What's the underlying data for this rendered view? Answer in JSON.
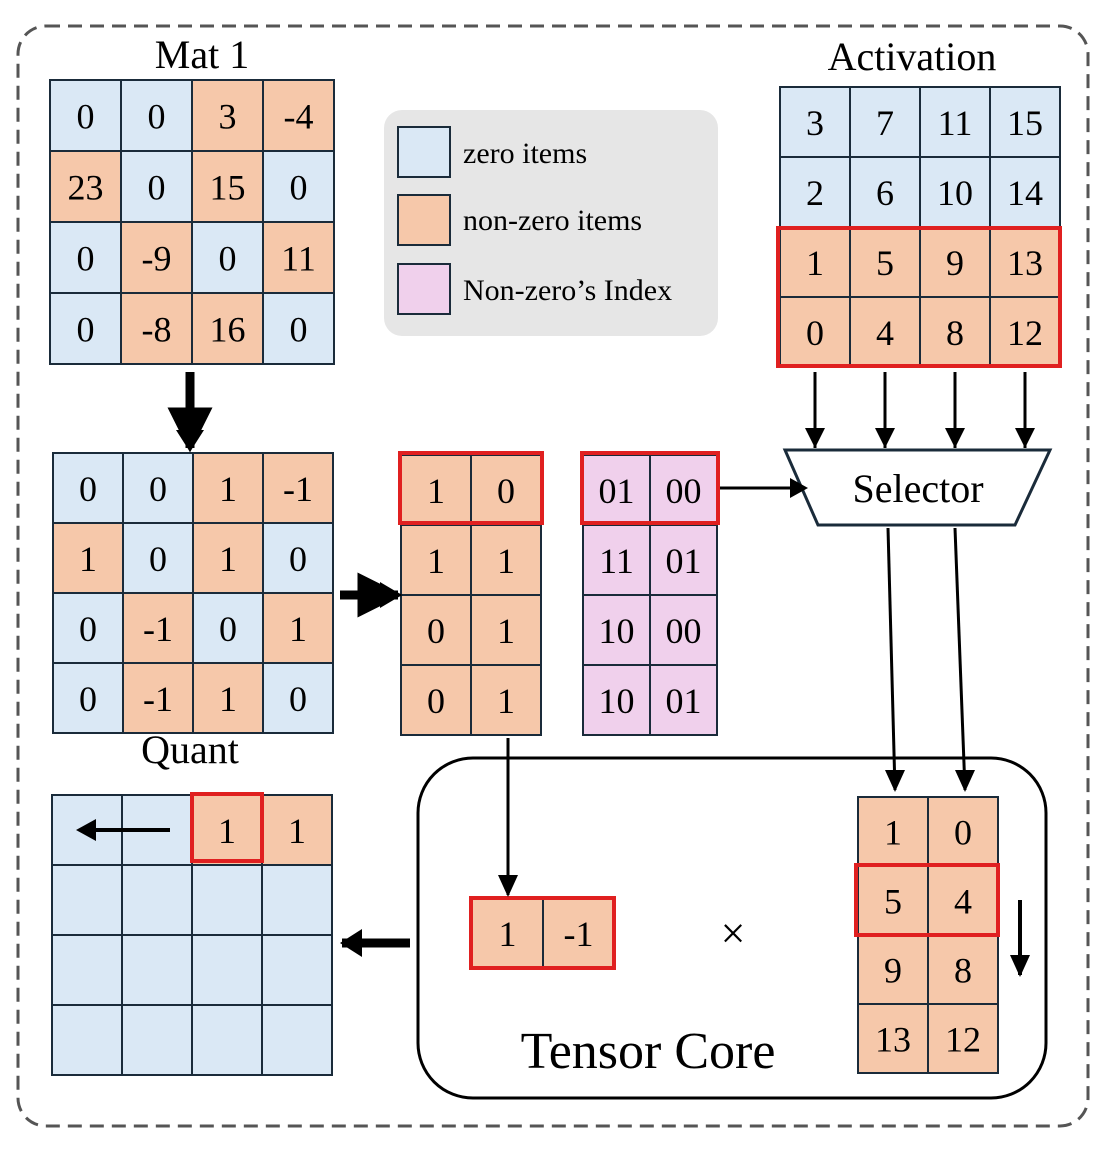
{
  "labels": {
    "mat1": "Mat 1",
    "activation": "Activation",
    "quant": "Quant",
    "selector": "Selector",
    "tensor_core": "Tensor Core",
    "multiply": "×"
  },
  "legend": {
    "items": [
      {
        "label": "zero items",
        "kind": "zero"
      },
      {
        "label": "non-zero items",
        "kind": "nonzero"
      },
      {
        "label": "Non-zero’s Index",
        "kind": "index"
      }
    ]
  },
  "colors": {
    "zero": "#dae8f5",
    "nonzero": "#f6c8aa",
    "index": "#f0d0ec",
    "border": "#1a2b3a",
    "highlight": "#e02020",
    "legend_bg": "#e6e6e6",
    "frame": "#555555"
  },
  "mat1": {
    "rows": [
      [
        "0",
        "0",
        "3",
        "-4"
      ],
      [
        "23",
        "0",
        "15",
        "0"
      ],
      [
        "0",
        "-9",
        "0",
        "11"
      ],
      [
        "0",
        "-8",
        "16",
        "0"
      ]
    ],
    "kinds": [
      [
        "zero",
        "zero",
        "nonzero",
        "nonzero"
      ],
      [
        "nonzero",
        "zero",
        "nonzero",
        "zero"
      ],
      [
        "zero",
        "nonzero",
        "zero",
        "nonzero"
      ],
      [
        "zero",
        "nonzero",
        "nonzero",
        "zero"
      ]
    ]
  },
  "activation": {
    "rows": [
      [
        "3",
        "7",
        "11",
        "15"
      ],
      [
        "2",
        "6",
        "10",
        "14"
      ],
      [
        "1",
        "5",
        "9",
        "13"
      ],
      [
        "0",
        "4",
        "8",
        "12"
      ]
    ],
    "kinds": [
      [
        "zero",
        "zero",
        "zero",
        "zero"
      ],
      [
        "zero",
        "zero",
        "zero",
        "zero"
      ],
      [
        "nonzero",
        "nonzero",
        "nonzero",
        "nonzero"
      ],
      [
        "nonzero",
        "nonzero",
        "nonzero",
        "nonzero"
      ]
    ]
  },
  "ternary": {
    "rows": [
      [
        "0",
        "0",
        "1",
        "-1"
      ],
      [
        "1",
        "0",
        "1",
        "0"
      ],
      [
        "0",
        "-1",
        "0",
        "1"
      ],
      [
        "0",
        "-1",
        "1",
        "0"
      ]
    ],
    "kinds": [
      [
        "zero",
        "zero",
        "nonzero",
        "nonzero"
      ],
      [
        "nonzero",
        "zero",
        "nonzero",
        "zero"
      ],
      [
        "zero",
        "nonzero",
        "zero",
        "nonzero"
      ],
      [
        "zero",
        "nonzero",
        "nonzero",
        "zero"
      ]
    ]
  },
  "compressed": {
    "rows": [
      [
        "1",
        "0"
      ],
      [
        "1",
        "1"
      ],
      [
        "0",
        "1"
      ],
      [
        "0",
        "1"
      ]
    ]
  },
  "index": {
    "rows": [
      [
        "01",
        "00"
      ],
      [
        "11",
        "01"
      ],
      [
        "10",
        "00"
      ],
      [
        "10",
        "01"
      ]
    ]
  },
  "quant_output": {
    "rows": [
      [
        "",
        "",
        "1",
        "1"
      ],
      [
        "",
        "",
        "",
        ""
      ],
      [
        "",
        "",
        "",
        ""
      ],
      [
        "",
        "",
        "",
        ""
      ]
    ],
    "kinds": [
      [
        "zero",
        "zero",
        "nonzero",
        "nonzero"
      ],
      [
        "zero",
        "zero",
        "zero",
        "zero"
      ],
      [
        "zero",
        "zero",
        "zero",
        "zero"
      ],
      [
        "zero",
        "zero",
        "zero",
        "zero"
      ]
    ]
  },
  "tensor_input": {
    "rows": [
      [
        "1",
        "-1"
      ]
    ]
  },
  "tensor_activation": {
    "rows": [
      [
        "1",
        "0"
      ],
      [
        "5",
        "4"
      ],
      [
        "9",
        "8"
      ],
      [
        "13",
        "12"
      ]
    ]
  }
}
